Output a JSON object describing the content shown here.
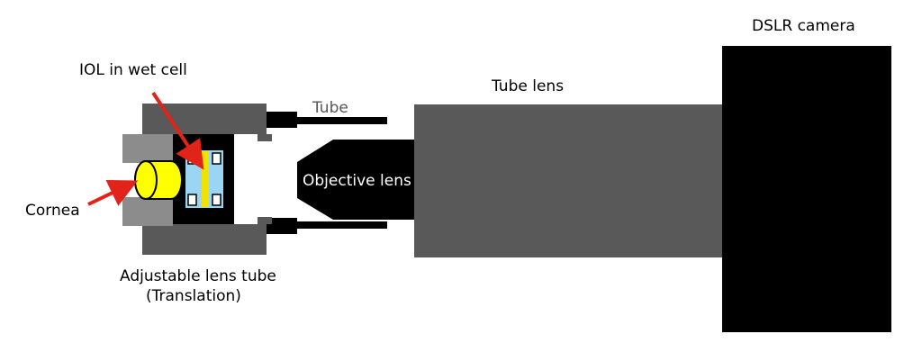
{
  "labels": {
    "dslr_camera": "DSLR camera",
    "tube_lens": "Tube lens",
    "tube": "Tube",
    "iol_in_wet_cell": "IOL in wet cell",
    "objective_lens": "Objective lens",
    "cornea": "Cornea",
    "adjustable_lens_tube_line1": "Adjustable lens tube",
    "adjustable_lens_tube_line2": "(Translation)"
  },
  "colors": {
    "camera_body": "#000000",
    "tube_lens_body": "#595959",
    "lens_tube_housing": "#595959",
    "lens_tube_ring": "#8c8c8c",
    "wet_cell_fill": "#9ad6f4",
    "iol_fill": "#f2e200",
    "cornea_fill": "#ffff00",
    "pointer_arrow": "#e2231a",
    "objective_body": "#000000"
  }
}
